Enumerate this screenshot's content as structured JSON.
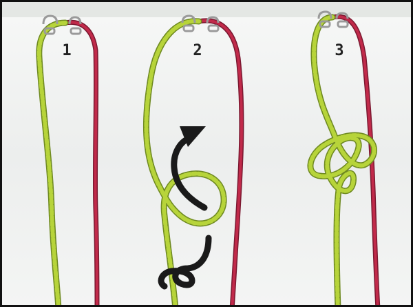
{
  "figure": {
    "steps": [
      {
        "label": "1"
      },
      {
        "label": "2"
      },
      {
        "label": "3"
      }
    ],
    "colors": {
      "rope_yellow": "#b7d43a",
      "rope_yellow_dark": "#6f8a22",
      "rope_red": "#c12a4a",
      "rope_red_dark": "#7a1830",
      "hook": "#9a9a9a",
      "arrow": "#1a1a1a",
      "frame": "#111111",
      "background": "#eef0ee"
    },
    "icons": [
      "hook-icon",
      "arrow-icon"
    ]
  }
}
